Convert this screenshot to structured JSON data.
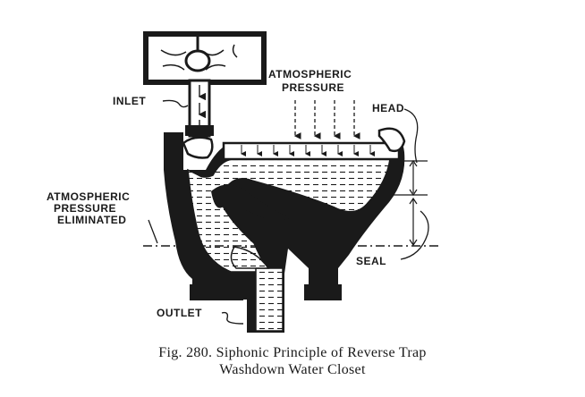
{
  "labels": {
    "inlet": "INLET",
    "atm_top_1": "ATMOSPHERIC",
    "atm_top_2": "PRESSURE",
    "head": "HEAD",
    "atm_left_1": "ATMOSPHERIC",
    "atm_left_2": "PRESSURE",
    "atm_left_3": "ELIMINATED",
    "seal": "SEAL",
    "outlet": "OUTLET"
  },
  "caption": {
    "line1": "Fig. 280. Siphonic Principle of Reverse Trap",
    "line2": "Washdown Water Closet"
  },
  "colors": {
    "ink": "#1a1a1a",
    "paper": "#ffffff",
    "water": "#ffffff"
  }
}
